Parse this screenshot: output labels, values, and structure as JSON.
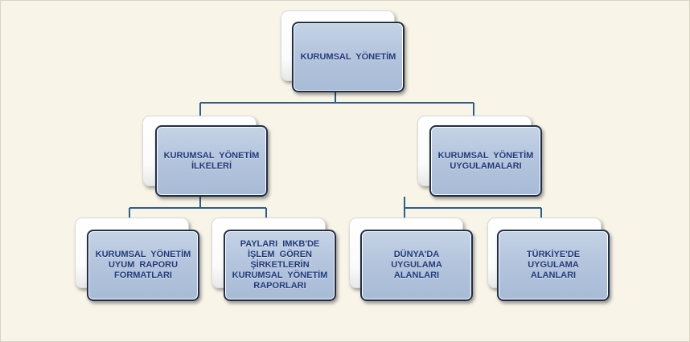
{
  "nodes": {
    "root": "KURUMSAL YÖNETİM",
    "principles": "KURUMSAL YÖNETİM İLKELERİ",
    "applications": "KURUMSAL YÖNETİM UYGULAMALARI",
    "compliance_formats": "KURUMSAL YÖNETİM UYUM RAPORU FORMATLARI",
    "imkb_reports": "PAYLARI IMKB'DE İŞLEM GÖREN ŞİRKETLERİN KURUMSAL YÖNETİM RAPORLARI",
    "world_applications": "DÜNYA'DA UYGULAMA ALANLARI",
    "turkey_applications": "TÜRKİYE'DE UYGULAMA ALANLARI"
  },
  "colors": {
    "background": "#f8f4e7",
    "node_fill": "#b4c5dd",
    "node_border": "#1f2f48",
    "node_text": "#1f3a7a",
    "connector": "#2d5f8a"
  }
}
